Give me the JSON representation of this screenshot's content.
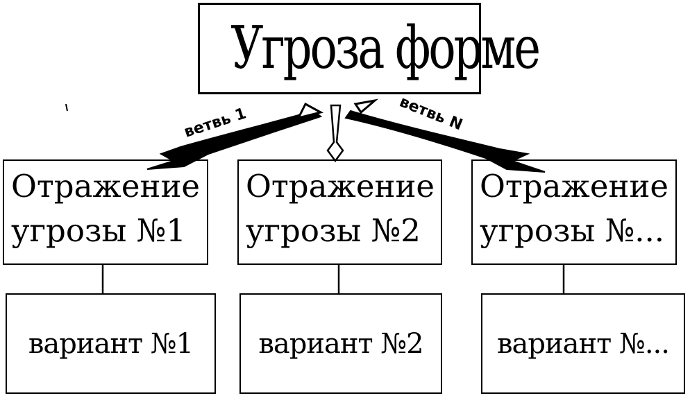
{
  "title": "Угроза форме",
  "branches": [
    {
      "label": "ветвь 1"
    },
    {
      "label": "ветвь N"
    }
  ],
  "responses": [
    {
      "line1": "Отражение",
      "line2": "угрозы №1"
    },
    {
      "line1": "Отражение",
      "line2": "угрозы №2"
    },
    {
      "line1": "Отражение",
      "line2": "угрозы №..."
    }
  ],
  "variants": [
    {
      "label": "вариант №1"
    },
    {
      "label": "вариант №2"
    },
    {
      "label": "вариант №..."
    }
  ]
}
